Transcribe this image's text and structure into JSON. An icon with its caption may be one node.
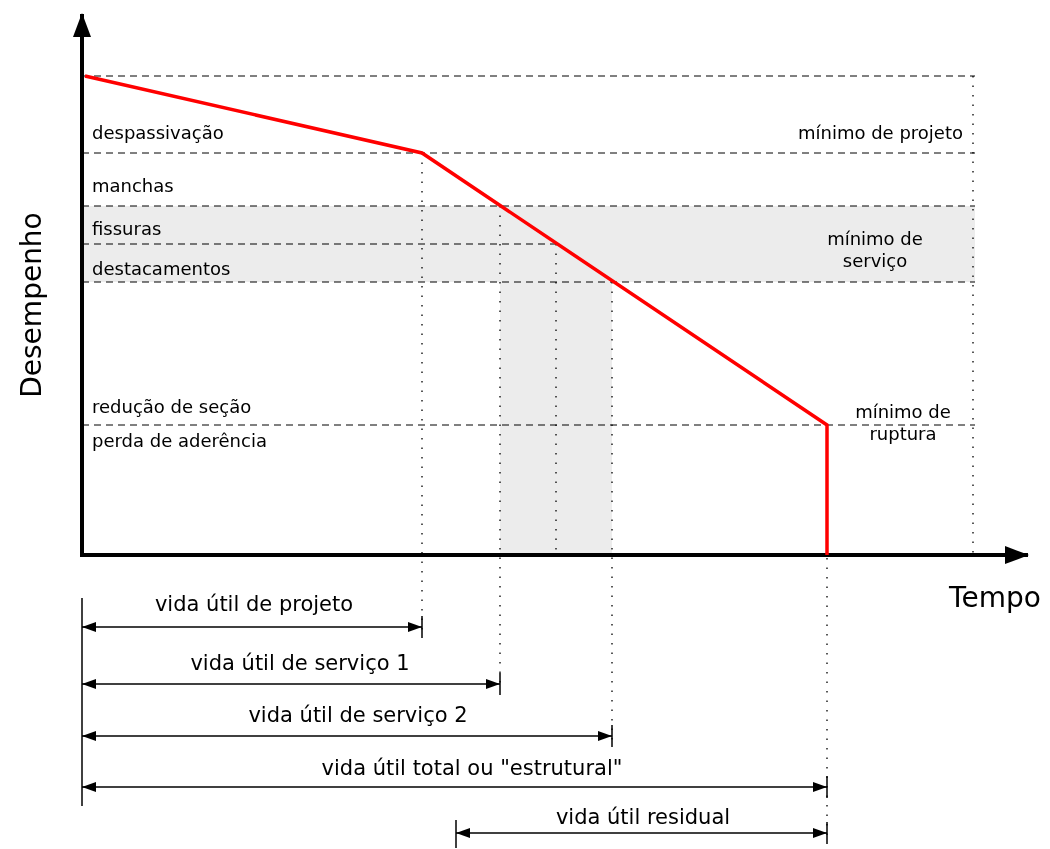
{
  "diagram": {
    "labels": [
      "Desempenho",
      "despassivação",
      "mínimo de projeto",
      "manchas",
      "fissuras",
      "mínimo de serviço",
      "destacamentos",
      "redução de seção",
      "mínimo de ruptura",
      "perda de aderência",
      "Tempo",
      "vida útil de projeto",
      "vida útil de serviço 1",
      "vida útil de serviço 2",
      "vida útil total ou \"estrutural\"",
      "vida útil residual"
    ]
  }
}
